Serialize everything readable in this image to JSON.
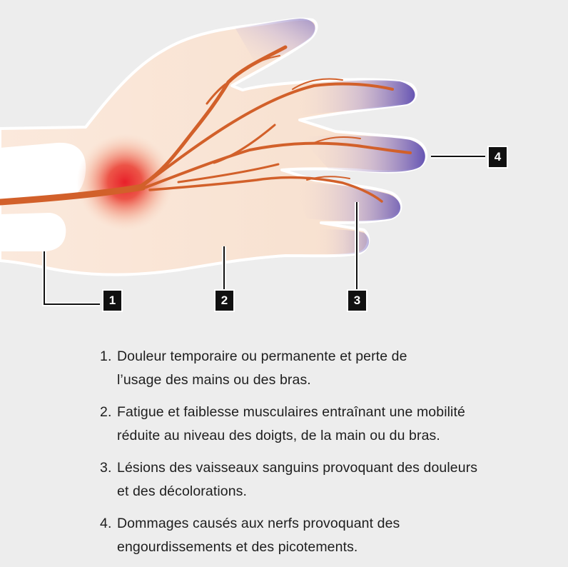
{
  "callouts": [
    {
      "label": "1"
    },
    {
      "label": "2"
    },
    {
      "label": "3"
    },
    {
      "label": "4"
    }
  ],
  "legend": [
    {
      "num": "1.",
      "line1": "Douleur temporaire ou permanente et perte de",
      "line2": "l’usage des mains ou des bras."
    },
    {
      "num": "2.",
      "line1": "Fatigue et faiblesse musculaires entraînant une mobilité",
      "line2": "réduite au niveau des doigts, de la main ou du bras."
    },
    {
      "num": "3.",
      "line1": "Lésions des vaisseaux sanguins provoquant des douleurs",
      "line2": "et des décolorations."
    },
    {
      "num": "4.",
      "line1": "Dommages causés aux nerfs provoquant des",
      "line2": "engourdissements et des picotements."
    }
  ],
  "colors": {
    "background": "#ededed",
    "skin": "#f8e2d2",
    "nerve": "#d2602a",
    "pain_center": "#e8202a",
    "discoloration": "#6f5fb5",
    "callout_box": "#111111"
  }
}
